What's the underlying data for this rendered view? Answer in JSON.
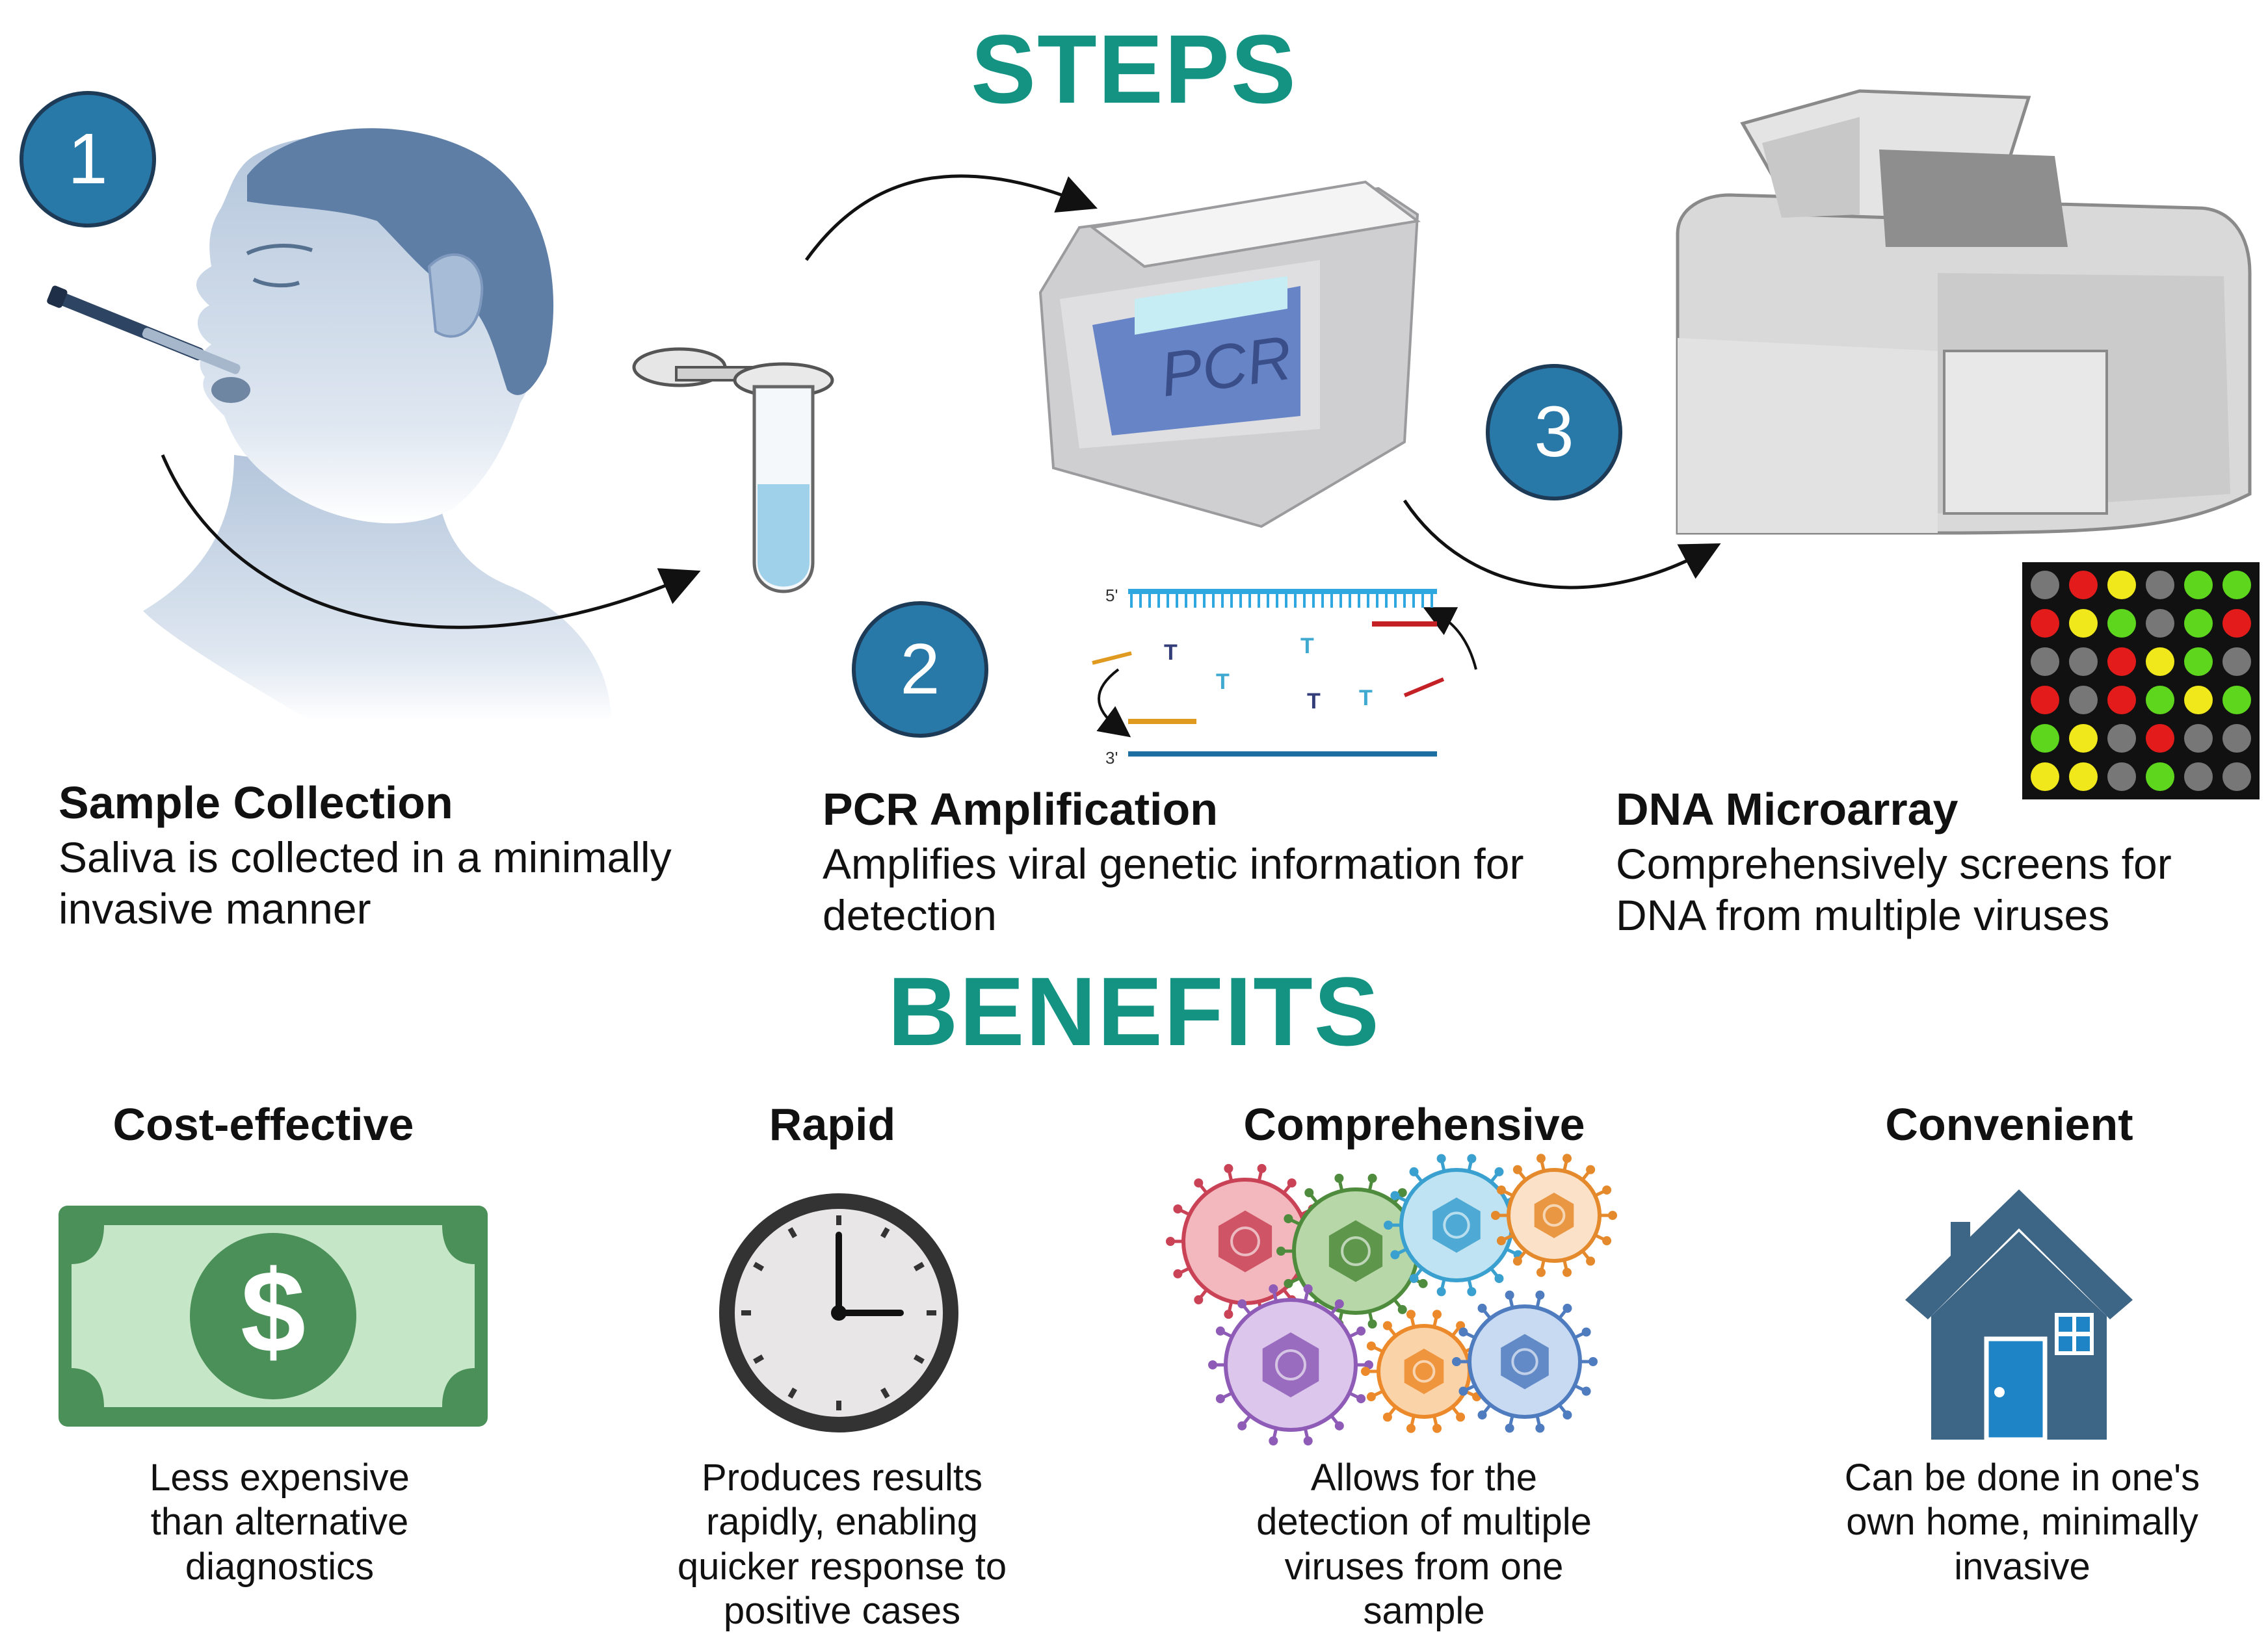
{
  "steps_heading": "STEPS",
  "benefits_heading": "BENEFITS",
  "steps": [
    {
      "number": "1",
      "title": "Sample Collection",
      "description": "Saliva is collected in a minimally invasive manner"
    },
    {
      "number": "2",
      "title": "PCR Amplification",
      "description": "Amplifies viral genetic information for detection"
    },
    {
      "number": "3",
      "title": "DNA Microarray",
      "description": "Comprehensively screens for DNA from multiple viruses"
    }
  ],
  "pcr_label": "PCR",
  "dna_labels": {
    "five_prime": "5'",
    "three_prime": "3'"
  },
  "benefits": [
    {
      "title": "Cost-effective",
      "description": "Less expensive than alternative diagnostics"
    },
    {
      "title": "Rapid",
      "description": "Produces results rapidly, enabling quicker response to positive cases"
    },
    {
      "title": "Comprehensive",
      "description": "Allows for the detection of multiple viruses from one sample"
    },
    {
      "title": "Convenient",
      "description": "Can be done in one's own home, minimally invasive"
    }
  ],
  "colors": {
    "heading": "#149383",
    "badge": "#2878a8",
    "money": "#4a9058",
    "house": "#3d6585"
  }
}
